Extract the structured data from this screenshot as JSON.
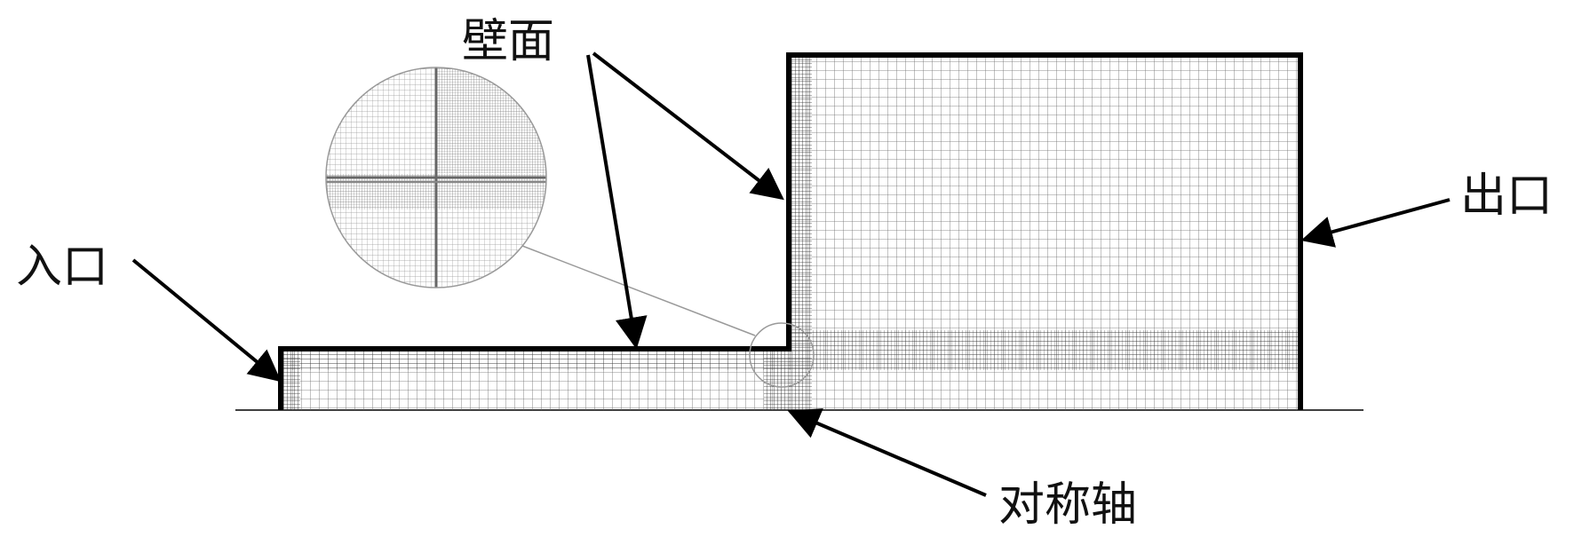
{
  "labels": {
    "wall": "壁面",
    "inlet": "入口",
    "outlet": "出口",
    "axis": "对称轴"
  },
  "colors": {
    "line": "#000000",
    "mesh": "#555555",
    "mesh_fine": "#333333",
    "leader": "#999999"
  }
}
